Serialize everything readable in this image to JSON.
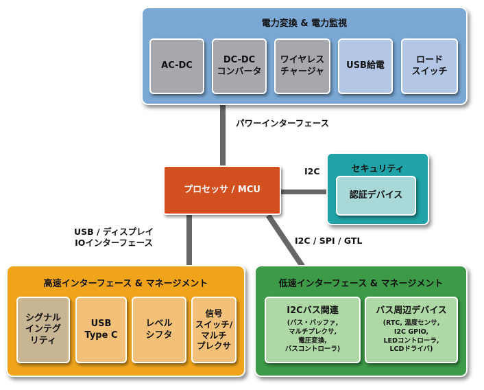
{
  "colors": {
    "power_group": "#7aa7d4",
    "power_box_dark": "#a6a8ad",
    "power_box_light": "#b4c6e6",
    "mcu": "#d2501f",
    "security_group": "#1fa3a6",
    "security_box": "#a8d8d8",
    "hs_group": "#f0a41c",
    "hs_box_dark": "#c8b594",
    "hs_box_light": "#f3c07a",
    "ls_group": "#3c9a48",
    "ls_box": "#aed8a6",
    "connector": "#666666"
  },
  "power": {
    "title": "電力変換 & 電力監視",
    "boxes": [
      "AC-DC",
      "DC-DC\nコンバータ",
      "ワイヤレス\nチャージャ",
      "USB給電",
      "ロード\nスイッチ"
    ]
  },
  "labels": {
    "power_if": "パワーインターフェース",
    "i2c": "I2C",
    "usb_display": "USB / ディスプレイ\nIOインターフェース",
    "low_speed_bus": "I2C / SPI / GTL"
  },
  "mcu": {
    "label": "プロセッサ / MCU"
  },
  "security": {
    "title": "セキュリティ",
    "box": "認証デバイス"
  },
  "high_speed": {
    "title": "高速インターフェース & マネージメント",
    "boxes": [
      "シグナル\nインテグ\nリティ",
      "USB\nType C",
      "レベル\nシフタ",
      "信号\nスイッチ/\nマルチ\nプレクサ"
    ]
  },
  "low_speed": {
    "title": "低速インターフェース & マネージメント",
    "box1": {
      "title": "I2Cバス関連",
      "detail": "(バス・バッファ,\nマルチプレクサ,\n電圧変換,\nバスコントローラ)"
    },
    "box2": {
      "title": "バス周辺デバイス",
      "detail": "(RTC, 温度センサ,\nI2C GPIO,\nLEDコントローラ,\nLCDドライバ)"
    }
  }
}
